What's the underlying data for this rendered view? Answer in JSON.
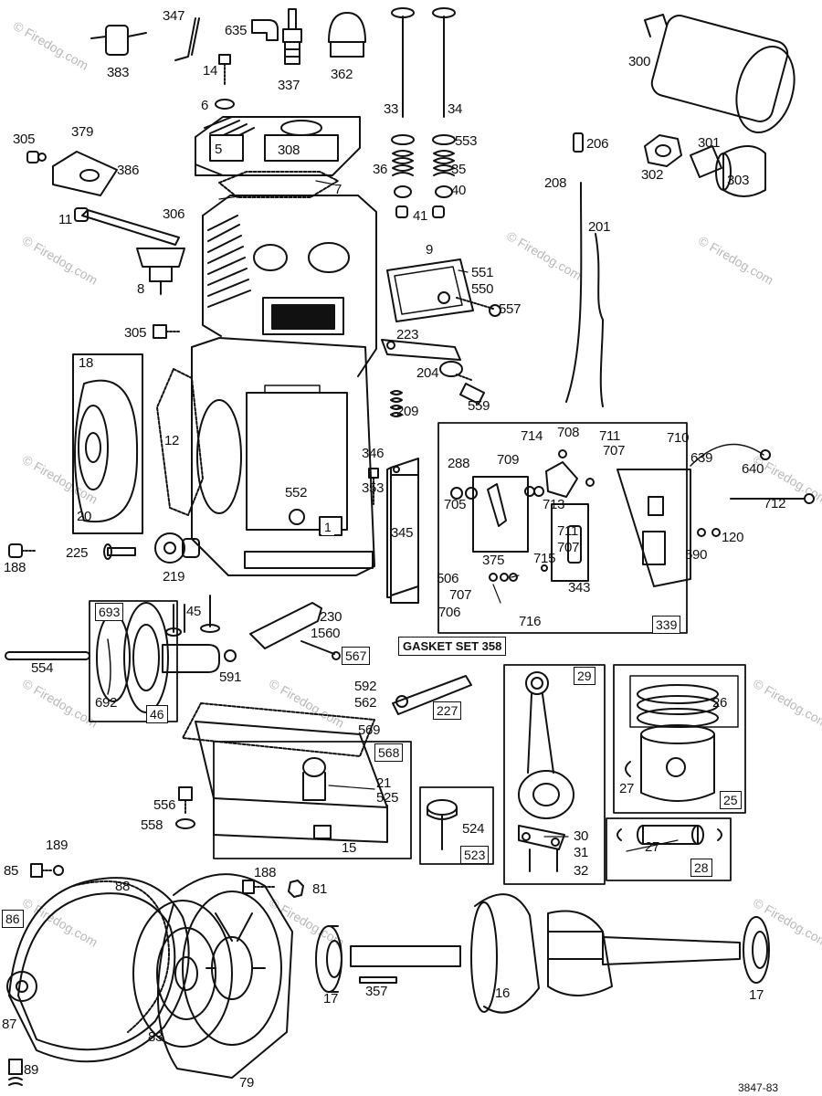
{
  "diagram": {
    "watermark": "© Firedog.com",
    "drawing_code": "3847-83",
    "gasket_set": "GASKET SET 358",
    "labels": {
      "p383": "383",
      "p347": "347",
      "p635": "635",
      "p337": "337",
      "p362": "362",
      "p14": "14",
      "p6": "6",
      "p5": "5",
      "p308": "308",
      "p33": "33",
      "p34": "34",
      "p300": "300",
      "p305a": "305",
      "p379": "379",
      "p386": "386",
      "p553": "553",
      "p36": "36",
      "p35": "35",
      "p40": "40",
      "p41": "41",
      "p7": "7",
      "p206": "206",
      "p302": "302",
      "p301": "301",
      "p303": "303",
      "p208": "208",
      "p11": "11",
      "p306": "306",
      "p201": "201",
      "p9": "9",
      "p551": "551",
      "p550": "550",
      "p557": "557",
      "p8": "8",
      "p305b": "305",
      "p223": "223",
      "p204": "204",
      "p559": "559",
      "p18": "18",
      "p12": "12",
      "p209": "209",
      "p714": "714",
      "p708": "708",
      "p711a": "711",
      "p707a": "707",
      "p710": "710",
      "p288": "288",
      "p709": "709",
      "p639": "639",
      "p640": "640",
      "p346": "346",
      "p353": "353",
      "p705": "705",
      "p713": "713",
      "p712": "712",
      "p552": "552",
      "p20": "20",
      "p345": "345",
      "p711b": "711",
      "p707b": "707",
      "p120": "120",
      "p590": "590",
      "p1": "1",
      "p225": "225",
      "p188a": "188",
      "p219": "219",
      "p375": "375",
      "p715": "715",
      "p343": "343",
      "p506": "506",
      "p707c": "707",
      "p706": "706",
      "p716": "716",
      "p339": "339",
      "p693": "693",
      "p45": "45",
      "p230": "230",
      "p1560": "1560",
      "p567": "567",
      "p554": "554",
      "p591": "591",
      "p692": "692",
      "p46": "46",
      "p592": "592",
      "p562": "562",
      "p227": "227",
      "p29": "29",
      "p26": "26",
      "p569": "569",
      "p568": "568",
      "p21": "21",
      "p525": "525",
      "p27a": "27",
      "p25": "25",
      "p556": "556",
      "p558": "558",
      "p15": "15",
      "p524": "524",
      "p523": "523",
      "p30": "30",
      "p31": "31",
      "p32": "32",
      "p27b": "27",
      "p28": "28",
      "p189": "189",
      "p85": "85",
      "p88": "88",
      "p188b": "188",
      "p81": "81",
      "p86": "86",
      "p17a": "17",
      "p357": "357",
      "p16": "16",
      "p17b": "17",
      "p87": "87",
      "p83": "83",
      "p89": "89",
      "p79": "79"
    }
  }
}
